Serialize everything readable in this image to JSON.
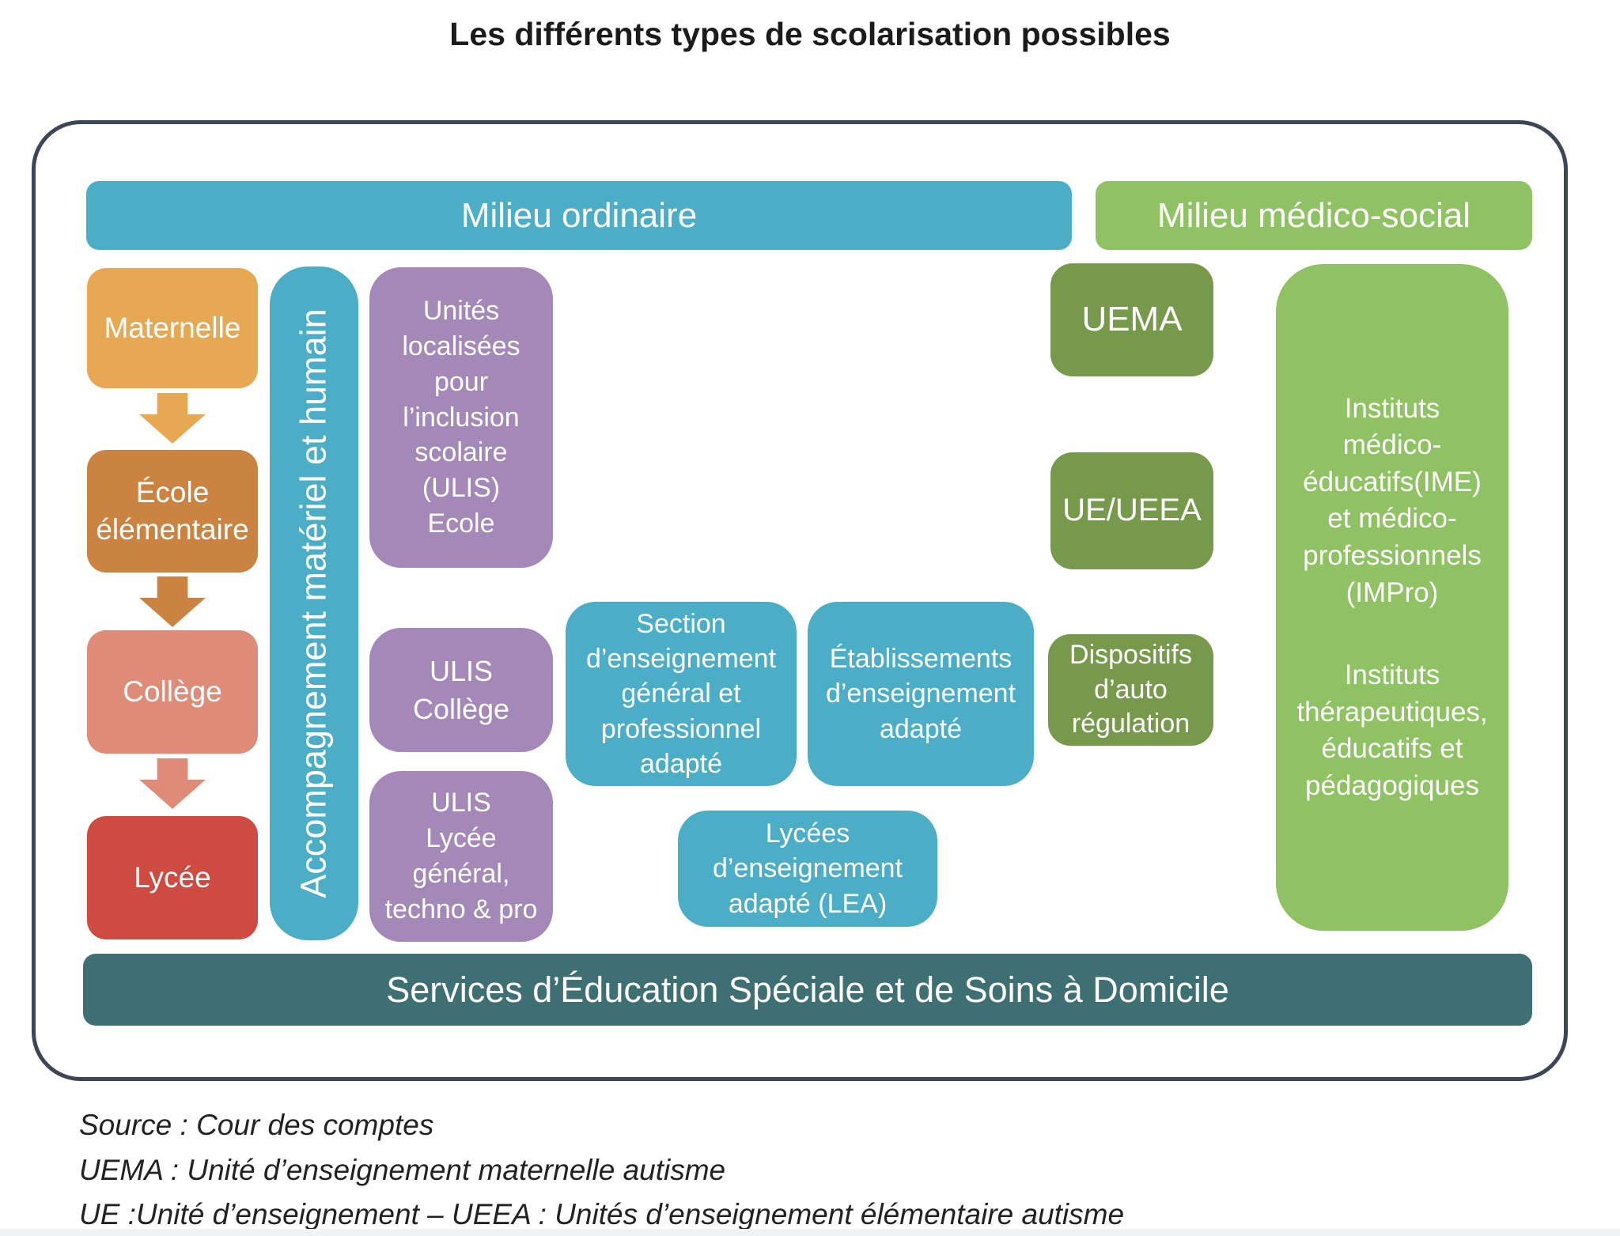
{
  "title": "Les différents types de scolarisation possibles",
  "sections": {
    "milieu_ordinaire": "Milieu ordinaire",
    "milieu_medico_social": "Milieu médico-social"
  },
  "parcours": {
    "maternelle": "Maternelle",
    "ecole_elementaire": "École\nélémentaire",
    "college": "Collège",
    "lycee": "Lycée"
  },
  "accompagnement": "Accompagnement matériel et humain",
  "ulis": {
    "ecole": "Unités\nlocalisées\npour\nl’inclusion\nscolaire\n(ULIS)\nEcole",
    "college": "ULIS\nCollège",
    "lycee": "ULIS\nLycée\ngénéral,\ntechno & pro"
  },
  "enseignement_adapte": {
    "segpa": "Section\nd’enseignement\ngénéral et\nprofessionnel\nadapté",
    "erea": "Établissements\nd’enseignement\nadapté",
    "lea": "Lycées\nd’enseignement\nadapté (LEA)"
  },
  "unites_medico_sociales": {
    "uema": "UEMA",
    "ue_ueea": "UE/UEEA",
    "dispositifs": "Dispositifs\nd’auto\nrégulation"
  },
  "instituts": {
    "ime_impro": "Instituts\nmédico-\néducatifs(IME)\net médico-\nprofessionnels\n(IMPro)",
    "itep": "Instituts\nthérapeutiques,\néducatifs et\npédagogiques"
  },
  "sessad": "Services d’Éducation Spéciale et de Soins à Domicile",
  "footnotes": {
    "source": "Source : Cour des comptes",
    "uema": "UEMA : Unité d’enseignement maternelle autisme",
    "ue_ueea": "UE :Unité d’enseignement – UEEA : Unités d’enseignement élémentaire autisme"
  },
  "colors": {
    "teal": "#4BAEC6",
    "light_green": "#8FC262",
    "dark_green": "#76994B",
    "purple": "#A388B8",
    "amber": "#E6A852",
    "orange": "#CA8340",
    "salmon": "#DE8B77",
    "red": "#CD4B41",
    "dark_teal": "#3E6F72",
    "frame_border": "#3E4556"
  }
}
